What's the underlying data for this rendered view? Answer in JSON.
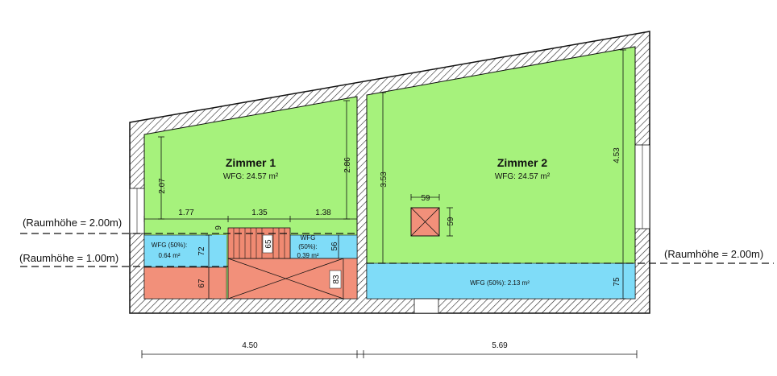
{
  "plan": {
    "rooms": [
      {
        "title": "Zimmer 1",
        "area": "WFG: 24.57 m²"
      },
      {
        "title": "Zimmer 2",
        "area": "WFG: 24.57 m²"
      }
    ],
    "half_areas": {
      "left": [
        "WFG (50%):",
        "0.64 m²"
      ],
      "middle": [
        "WFG",
        "(50%):",
        "0.39 m²"
      ],
      "bottom_right": "WFG (50%): 2.13 m²"
    },
    "height_lines": {
      "left_upper": "(Raumhöhe = 2.00m)",
      "left_lower": "(Raumhöhe = 1.00m)",
      "right": "(Raumhöhe = 2.00m)"
    },
    "dimensions": {
      "left_height": "2.07",
      "mid_height": "2.86",
      "seg_a": "1.77",
      "seg_b": "1.35",
      "seg_c": "1.38",
      "small_nine": "9",
      "h72": "72",
      "h67": "67",
      "h65": "65",
      "h56": "56",
      "h83": "83",
      "r_left_height": "3.53",
      "r_right_height": "4.53",
      "r_bottom": "75",
      "chimney_w": "59",
      "chimney_h": "59",
      "total_left": "4.50",
      "total_right": "5.69"
    },
    "colors": {
      "room_green": "#a6f27c",
      "half_blue": "#7fdcf8",
      "low_salmon": "#f2907a",
      "stair_fill": "#f08a72",
      "wall_hatch": "#222222"
    }
  }
}
